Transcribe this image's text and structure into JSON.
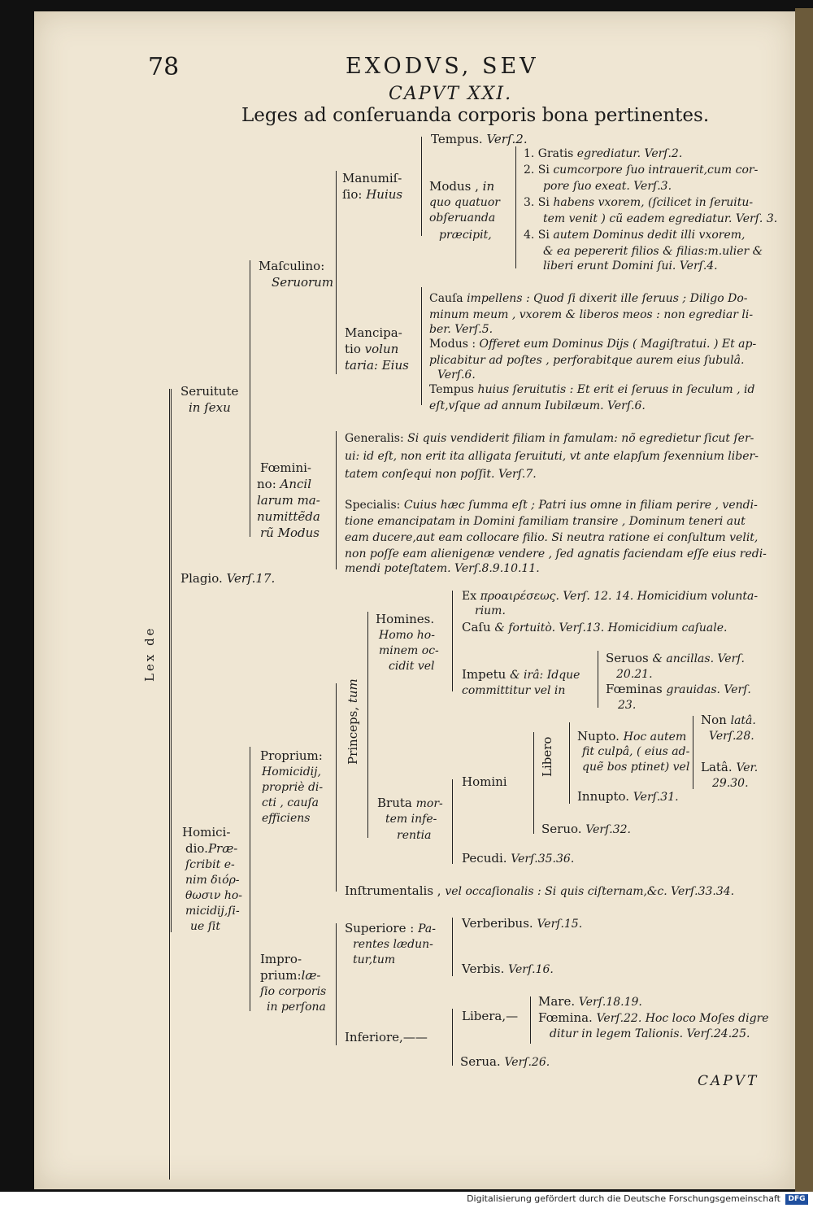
{
  "header": {
    "page_number": "78",
    "running_title": "EXODVS, SEV",
    "chapter": "CAPVT XXI.",
    "title": "Leges ad conſeruanda corporis bona pertinentes."
  },
  "side_label": "Lex de",
  "nodes": {
    "tempus": "Tempus.",
    "tempus_v": "Verſ.2.",
    "manumissio_1": "Manumiſ-",
    "manumissio_2": "ſio:",
    "manumissio_2i": "Huius",
    "modus_1": "Modus ,",
    "modus_1i": "in",
    "modus_2": "quo quatuor",
    "modus_3": "obſeruanda",
    "modus_4": "præcipit,",
    "m1": "1. Gratis",
    "m1i": "egrediatur. Verſ.2.",
    "m2": "2. Si",
    "m2i": "cumcorpore ſuo intrauerit,cum cor-",
    "m2b": "pore ſuo exeat. Verſ.3.",
    "m3": "3. Si",
    "m3i": "habens vxorem, (ſcilicet in ſeruitu-",
    "m3b": "tem venit ) cũ eadem egrediatur. Verſ. 3.",
    "m4": "4. Si",
    "m4i": "autem Dominus dedit illi vxorem,",
    "m4b": "& ea pepererit filios & filias:m.ulier &",
    "m4c": "liberi erunt Domini ſui. Verſ.4.",
    "masc_1": "Maſculino:",
    "masc_2": "Seruorum",
    "causa": "Cauſa",
    "causa_i": "impellens : Quod ſi dixerit ille ſeruus ; Diligo Do-",
    "causa_2": "minum meum , vxorem & liberos meos : non egrediar li-",
    "causa_3": "ber. Verſ.5.",
    "modus2": "Modus :",
    "modus2_i": "Offeret eum Dominus Dijs ( Magiſtratui. ) Et ap-",
    "modus2_2": "plicabitur ad poſtes , perforabitque aurem eius ſubulâ.",
    "modus2_3": "Verſ.6.",
    "tempus2": "Tempus",
    "tempus2_i": "huius ſeruitutis : Et erit ei ſeruus in ſeculum , id",
    "tempus2_2": "eſt,vſque ad annum Iubilæum. Verſ.6.",
    "mancip_1": "Mancipa-",
    "mancip_2": "tio",
    "mancip_2i": "volun",
    "mancip_3": "taria: Eius",
    "seruitute_1": "Seruitute",
    "seruitute_2": "in ſexu",
    "generalis": "Generalis:",
    "generalis_i": "Si quis vendiderit filiam in famulam: nõ egredietur ſicut ſer-",
    "generalis_2": "ui: id eſt, non erit ita alligata ſeruituti, vt ante elapſum ſexennium liber-",
    "generalis_3": "tatem conſequi non poſſit. Verſ.7.",
    "foem_1": "Fœmini-",
    "foem_2": "no:",
    "foem_2i": "Ancil",
    "foem_3": "larum ma-",
    "foem_4": "numittẽda",
    "foem_5": "rũ Modus",
    "specialis": "Specialis:",
    "specialis_i": "Cuius hæc ſumma eſt ; Patri ius omne in filiam perire , vendi-",
    "specialis_2": "tione emancipatam in Domini familiam transire , Dominum teneri aut",
    "specialis_3": "eam ducere,aut eam collocare filio. Si neutra ratione ei conſultum velit,",
    "specialis_4": "non poſſe eam alienigenæ vendere , ſed agnatis faciendam eſſe eius redi-",
    "specialis_5": "mendi poteſtatem. Verſ.8.9.10.11.",
    "plagio": "Plagio.",
    "plagio_v": "Verſ.17.",
    "ex": "Ex",
    "ex_i": "προαιρέσεως. Verſ. 12. 14. Homicidium volunta-",
    "ex_2": "rium.",
    "casu": "Caſu",
    "casu_i": "& fortuitò. Verſ.13. Homicidium caſuale.",
    "homines_1": "Homines.",
    "homines_2": "Homo ho-",
    "homines_3": "minem oc-",
    "homines_4": "cidit vel",
    "seruos": "Seruos",
    "seruos_i": "& ancillas. Verſ.",
    "seruos_2": "20.21.",
    "impetu": "Impetu",
    "impetu_i": "& irâ: Idque",
    "impetu_2": "committitur vel in",
    "foeminas": "Fœminas",
    "foeminas_i": "grauidas. Verſ.",
    "foeminas_2": "23.",
    "princeps": "Princeps,",
    "princeps_i": "tum",
    "non": "Non",
    "non_i": "latâ.",
    "non_2": "Verſ.28.",
    "nupto": "Nupto.",
    "nupto_i": "Hoc autem",
    "nupto_2": "fit culpâ, ( eius ad-",
    "nupto_3": "quẽ bos ptinet) vel",
    "lata": "Latâ.",
    "lata_i": "Ver.",
    "lata_2": "29.30.",
    "libero": "Libero",
    "proprium_1": "Proprium:",
    "proprium_2": "Homicidij,",
    "proprium_3": "propriè di-",
    "proprium_4": "cti , cauſa",
    "proprium_5": "efficiens",
    "homini": "Homini",
    "innupto": "Innupto.",
    "innupto_i": "Verſ.31.",
    "bruta_1": "Bruta",
    "bruta_1i": "mor-",
    "bruta_2": "tem infe-",
    "bruta_3": "rentia",
    "seruo": "Seruo.",
    "seruo_i": "Verſ.32.",
    "homicid_1": "Homici-",
    "homicid_2": "dio.",
    "homicid_2i": "Præ-",
    "homicid_3": "ſcribit e-",
    "homicid_4": "nim διόρ-",
    "homicid_5": "θωσιν ho-",
    "homicid_6": "micidij,ſi-",
    "homicid_7": "ue ſit",
    "pecudi": "Pecudi.",
    "pecudi_i": "Verſ.35.36.",
    "instr": "Inſtrumentalis ,",
    "instr_i": "vel occaſionalis : Si quis ciſternam,&c. Verſ.33.34.",
    "superiore": "Superiore :",
    "superiore_i": "Pa-",
    "superiore_2": "rentes lædun-",
    "superiore_3": "tur,tum",
    "verberibus": "Verberibus.",
    "verberibus_i": "Verſ.15.",
    "improp_1": "Impro-",
    "improp_2": "prium:",
    "improp_2i": "læ-",
    "improp_3": "ſio corporis",
    "improp_4": "in perſona",
    "verbis": "Verbis.",
    "verbis_i": "Verſ.16.",
    "mare": "Mare.",
    "mare_i": "Verſ.18.19.",
    "libera": "Libera,—",
    "foemina": "Fœmina.",
    "foemina_i": "Verſ.22. Hoc loco Moſes digre",
    "foemina_2": "ditur in legem Talionis. Verſ.24.25.",
    "inferiore": "Inferiore,——",
    "serua": "Serua.",
    "serua_i": "Verſ.26."
  },
  "catchword": "CAPVT",
  "footer": {
    "credit": "Digitalisierung gefördert durch die Deutsche Forschungsgemeinschaft",
    "logo": "DFG"
  }
}
